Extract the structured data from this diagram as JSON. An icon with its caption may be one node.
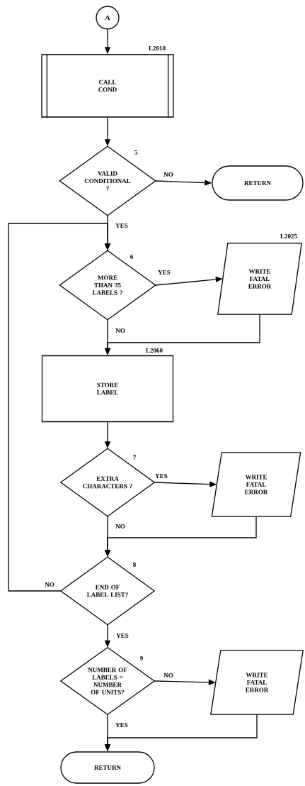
{
  "diagram": {
    "nodes": [
      {
        "text": [
          "A"
        ]
      },
      {
        "text": [
          "CALL COND"
        ],
        "beside": [
          "L2010"
        ]
      },
      {
        "text": [
          "VALID CONDITIONAL ?"
        ],
        "beside": [
          "5"
        ]
      },
      {
        "text": [
          "RETURN"
        ]
      },
      {
        "text": [
          "MORE THAN 35 LABELS ?"
        ],
        "beside": [
          "6"
        ]
      },
      {
        "text": [
          "WRITE FATAL ERROR"
        ],
        "beside": [
          "L2025"
        ]
      },
      {
        "text": [
          "STORE LABEL"
        ],
        "beside": [
          "L2060"
        ]
      },
      {
        "text": [
          "EXTRA CHARACTERS ?"
        ],
        "beside": [
          "7"
        ]
      },
      {
        "text": [
          "WRITE FATAL ERROR"
        ]
      },
      {
        "text": [
          "END OF LABEL LIST?"
        ],
        "beside": [
          "8"
        ]
      },
      {
        "text": [
          "NUMBER OF LABELS = NUMBER OF UNITS?"
        ],
        "beside": [
          "9"
        ]
      },
      {
        "text": [
          "WRITE FATAL ERROR"
        ]
      },
      {
        "text": [
          "RETURN"
        ]
      }
    ],
    "edges": [
      {
        "from": 0,
        "to": 1,
        "arrow": "to"
      },
      {
        "from": 1,
        "to": 2,
        "arrow": "to"
      },
      {
        "from": 2,
        "to": 3,
        "arrow": "to",
        "label": "NO"
      },
      {
        "from": 2,
        "to": 4,
        "arrow": "to",
        "label": "YES"
      },
      {
        "from": 4,
        "to": 5,
        "arrow": "to",
        "label": "YES"
      },
      {
        "from": 4,
        "to": 6,
        "arrow": "to",
        "label": "NO"
      },
      {
        "from": 5,
        "to": 6,
        "arrow": "to"
      },
      {
        "from": 6,
        "to": 7,
        "arrow": "to"
      },
      {
        "from": 7,
        "to": 8,
        "arrow": "to",
        "label": "YES"
      },
      {
        "from": 7,
        "to": 9,
        "arrow": "to",
        "label": "NO"
      },
      {
        "from": 8,
        "to": 9,
        "arrow": "to"
      },
      {
        "from": 9,
        "to": 4,
        "arrow": "to",
        "label": "NO"
      },
      {
        "from": 9,
        "to": 10,
        "arrow": "to",
        "label": "YES"
      },
      {
        "from": 10,
        "to": 11,
        "arrow": "to",
        "label": "NO"
      },
      {
        "from": 10,
        "to": 12,
        "arrow": "to",
        "label": "YES"
      },
      {
        "from": 11,
        "to": 12,
        "arrow": "to"
      }
    ]
  }
}
